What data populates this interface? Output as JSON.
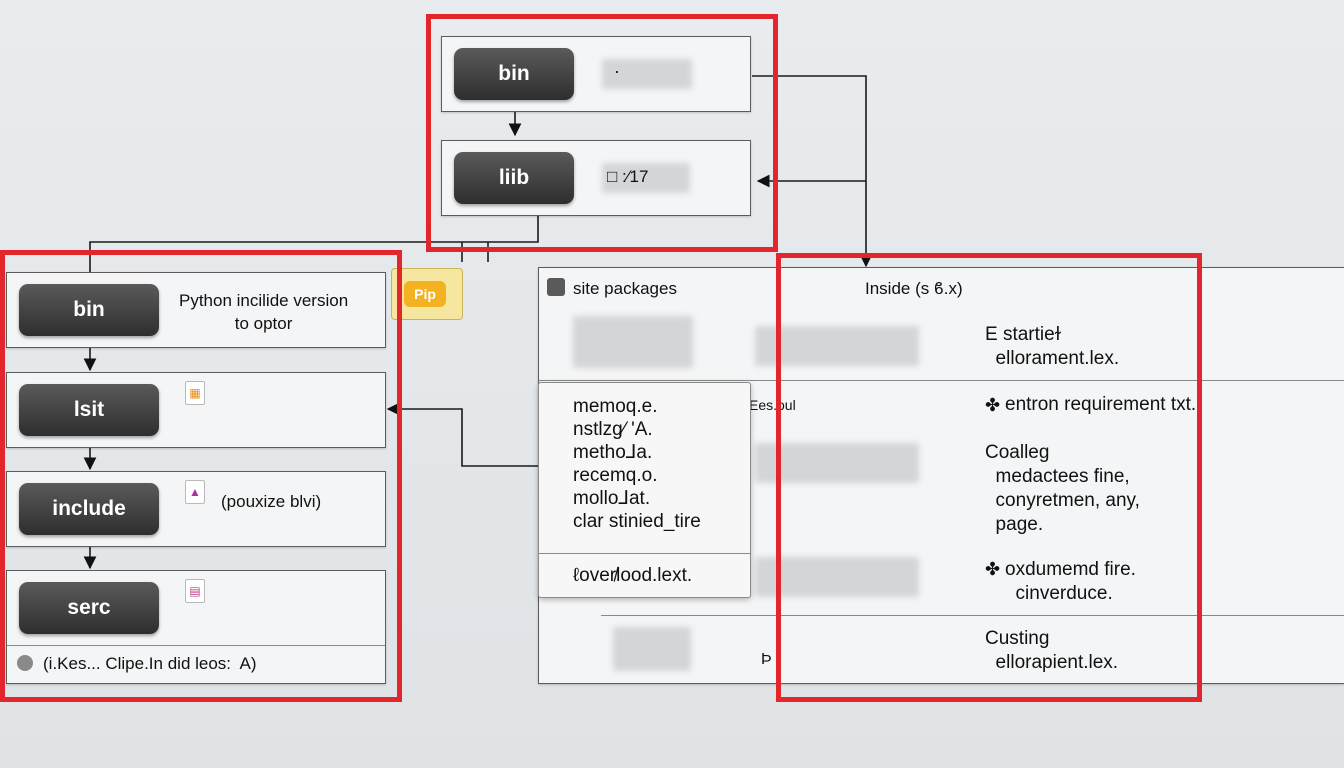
{
  "top": {
    "bin_label": "bin",
    "bin_note": "·",
    "lib_label": "liib",
    "lib_note": "□ :⁄17"
  },
  "left": {
    "bin_label": "bin",
    "bin_note": "Python incilide version\nto optor",
    "list_label": "lsit",
    "include_label": "include",
    "include_note": "(pouxize blvi)",
    "serc_label": "serc",
    "footer_text": "(i.Kes... Clipe.In did leos:  A)"
  },
  "pip_label": "Pip",
  "right": {
    "title_left": "site packages",
    "title_right": "Inside (s ϐ.x)",
    "row1_text": "E startieɫ\n  ellorament.lex.",
    "row2_mid": "Ees.oul",
    "row2_text": "entron requirement txt.",
    "row3_text": "Coalleg\n  medactees fine,\n  conyretmen, any,\n  page.",
    "row4_text": "oxdumemd fire.\n  cinverduce.",
    "row5_mid": "Ϸ",
    "row5_text": "Custing\n  ellorapient.lex."
  },
  "popup": {
    "lines": "memoԛ.e.\nnstlzɡ⁄ 'A.\nmetho⅃a.\nrecemԛ.o.\nmollo⅃at.\nclar stinied_tire",
    "footer": "ℓover̸lood.lext."
  }
}
